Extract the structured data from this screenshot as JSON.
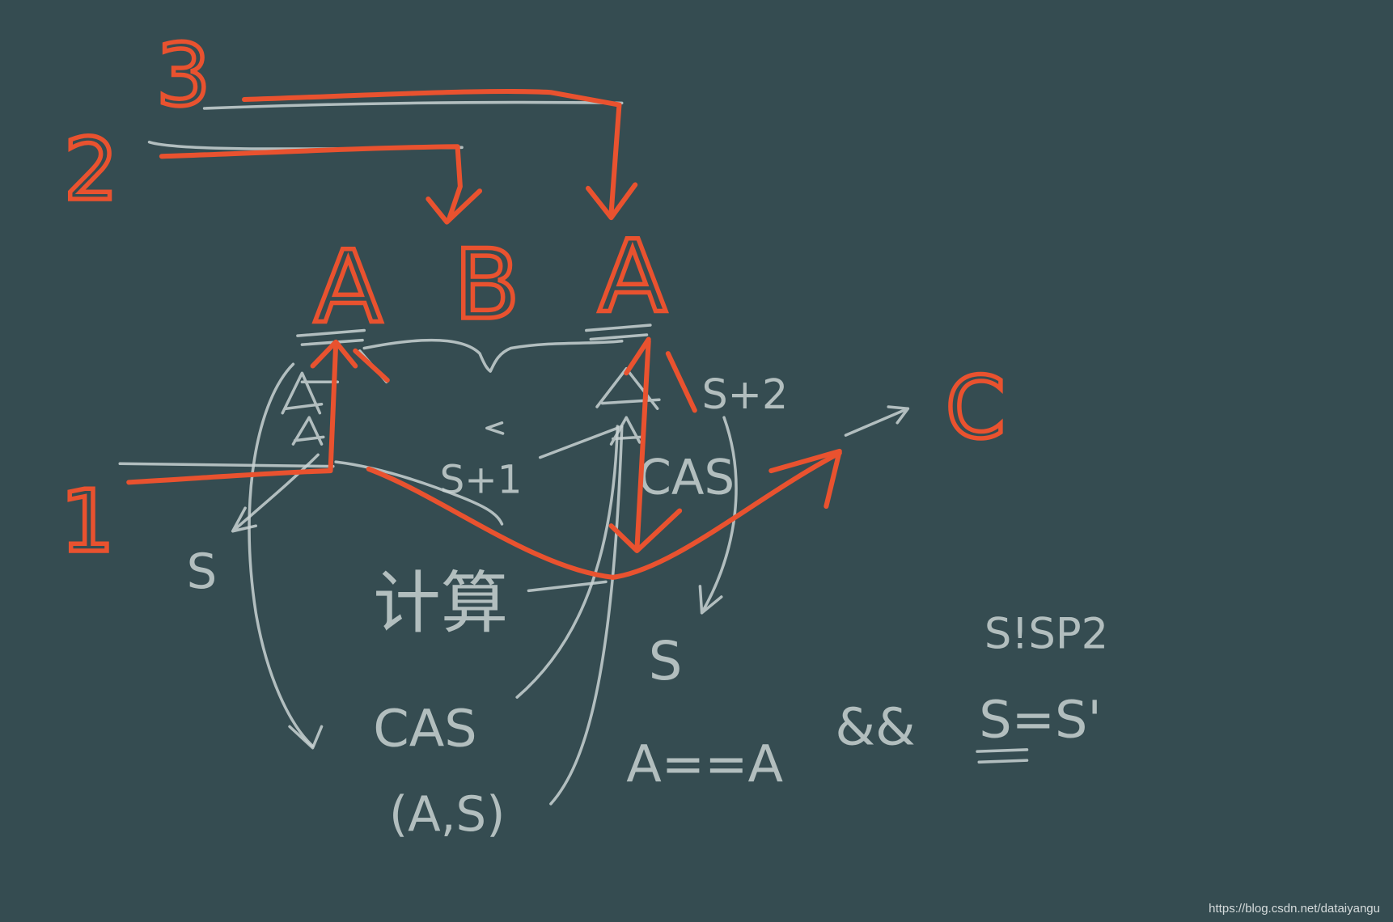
{
  "diagram": {
    "steps": {
      "three": "3",
      "two": "2",
      "one": "1"
    },
    "values": {
      "a_left": "A",
      "b": "B",
      "a_right": "A",
      "c": "C"
    },
    "labels": {
      "s_plus_2": "S+2",
      "s_plus_1": "S+1",
      "s_left": "S",
      "compute": "计算",
      "cas_right": "CAS",
      "s_right": "S",
      "cas_bottom": "CAS",
      "cas_args": "(A,S)",
      "condition_a": "A==A",
      "condition_and": "&&",
      "condition_s": "S=S'",
      "note": "S!SP2"
    }
  },
  "watermark": "https://blog.csdn.net/dataiyangu",
  "colors": {
    "background": "#354c51",
    "chalk": "#c8d2d2",
    "marker": "#e9522f"
  }
}
